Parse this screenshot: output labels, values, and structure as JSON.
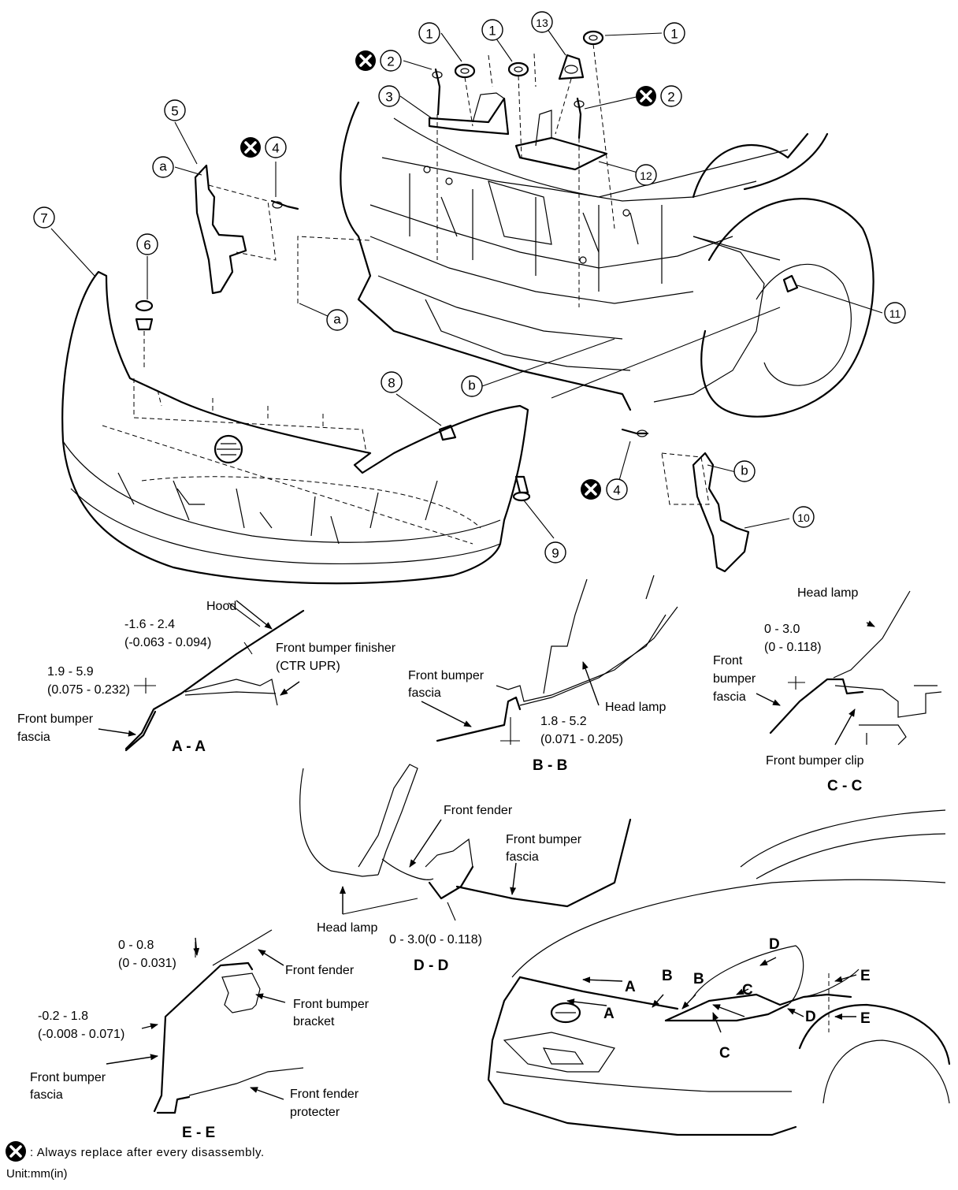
{
  "callouts": {
    "c1": "1",
    "c2": "2",
    "c3": "3",
    "c4": "4",
    "c5": "5",
    "c6": "6",
    "c7": "7",
    "c8": "8",
    "c9": "9",
    "c10": "10",
    "c11": "11",
    "c12": "12",
    "c13": "13",
    "a": "a",
    "b": "b"
  },
  "section_AA": {
    "title": "A - A",
    "hood": "Hood",
    "gap1_mm": "-1.6 - 2.4",
    "gap1_in": "(-0.063 - 0.094)",
    "finisher_line1": "Front bumper finisher",
    "finisher_line2": "(CTR UPR)",
    "gap2_mm": "1.9 - 5.9",
    "gap2_in": "(0.075 - 0.232)",
    "fascia_line1": "Front bumper",
    "fascia_line2": "fascia"
  },
  "section_BB": {
    "title": "B - B",
    "fascia_line1": "Front bumper",
    "fascia_line2": "fascia",
    "head_lamp": "Head lamp",
    "gap_mm": "1.8 - 5.2",
    "gap_in": "(0.071 - 0.205)"
  },
  "section_CC": {
    "title": "C - C",
    "head_lamp": "Head lamp",
    "gap_mm": "0 - 3.0",
    "gap_in": "(0 - 0.118)",
    "fascia_line1": "Front",
    "fascia_line2": "bumper",
    "fascia_line3": "fascia",
    "clip": "Front bumper clip"
  },
  "section_DD": {
    "title": "D - D",
    "front_fender": "Front fender",
    "fascia_line1": "Front bumper",
    "fascia_line2": "fascia",
    "head_lamp": "Head lamp",
    "gap": "0 - 3.0(0 - 0.118)"
  },
  "section_EE": {
    "title": "E - E",
    "gap1_mm": "0 - 0.8",
    "gap1_in": "(0 - 0.031)",
    "front_fender": "Front fender",
    "bracket_line1": "Front bumper",
    "bracket_line2": "bracket",
    "gap2_mm": "-0.2 - 1.8",
    "gap2_in": "(-0.008 - 0.071)",
    "fascia_line1": "Front bumper",
    "fascia_line2": "fascia",
    "protecter_line1": "Front fender",
    "protecter_line2": "protecter"
  },
  "view_letters": {
    "A": "A",
    "B": "B",
    "C": "C",
    "D": "D",
    "E": "E"
  },
  "footer": {
    "note": ": Always replace after every disassembly.",
    "unit": "Unit:mm(in)"
  },
  "icons": {
    "replace_marker": "x-circle-icon"
  }
}
